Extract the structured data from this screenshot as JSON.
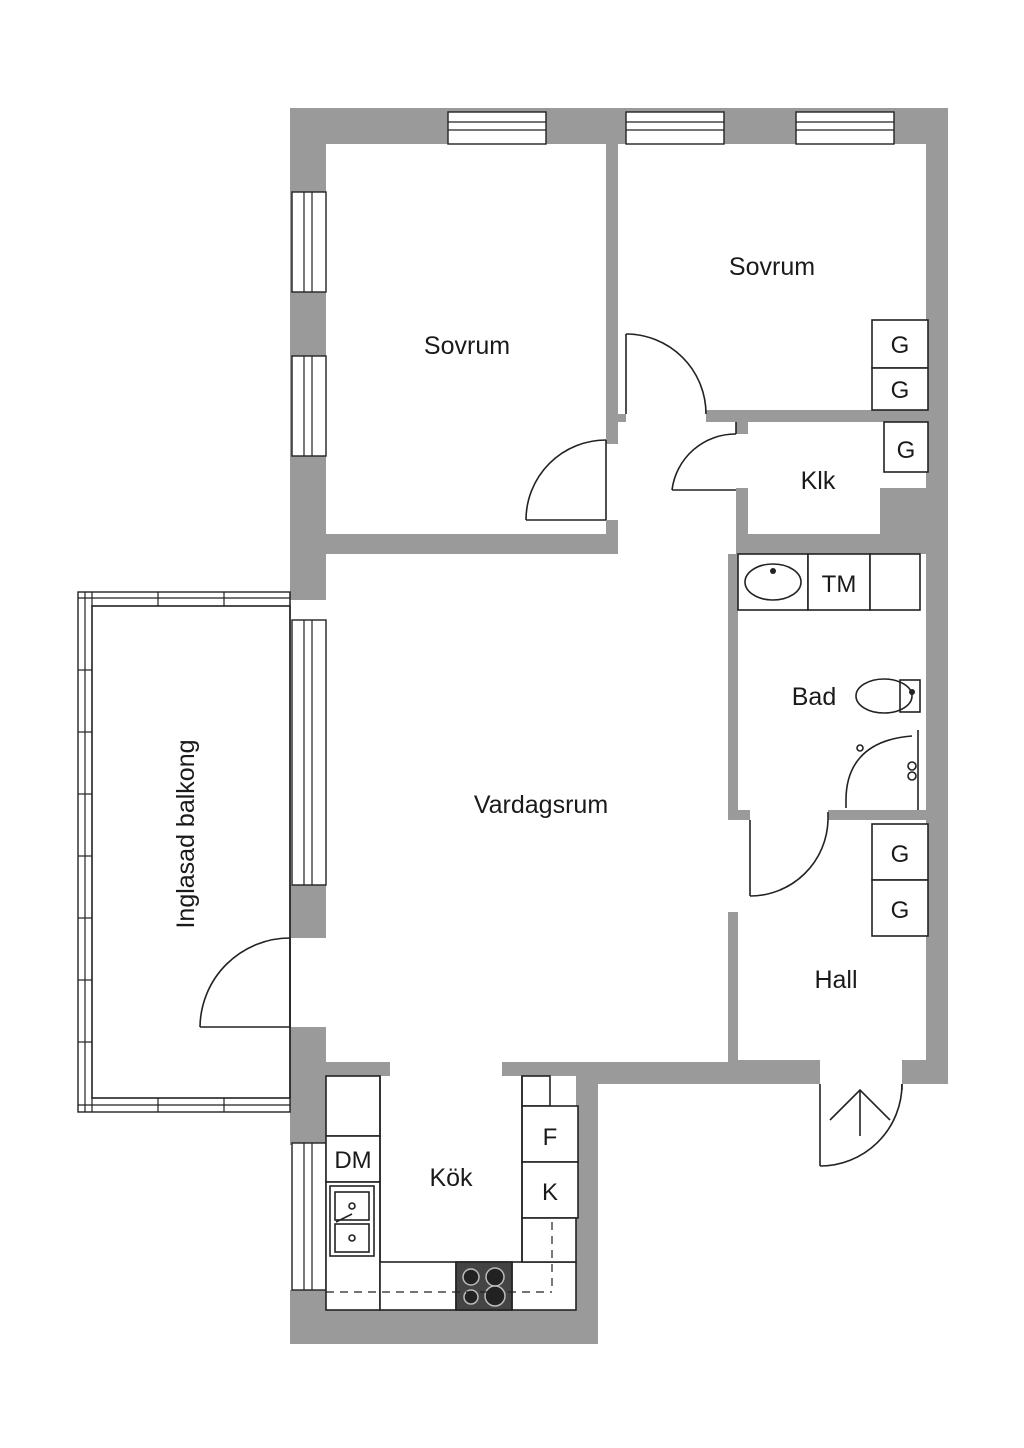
{
  "colors": {
    "wall": "#9a9a9a",
    "line": "#222222",
    "hob": "#444444"
  },
  "rooms": {
    "sovrum_west": "Sovrum",
    "sovrum_east": "Sovrum",
    "klk": "Klk",
    "bad": "Bad",
    "vardagsrum": "Vardagsrum",
    "hall": "Hall",
    "kok": "Kök",
    "balkong": "Inglasad balkong"
  },
  "fixtures": {
    "wardrobe": "G",
    "washer": "TM",
    "dishwasher": "DM",
    "freezer": "F",
    "fridge": "K"
  },
  "icons": [
    "sink-icon",
    "washbasin-icon",
    "toilet-icon",
    "shower-icon",
    "hob-icon",
    "entrance-arrow-icon"
  ]
}
